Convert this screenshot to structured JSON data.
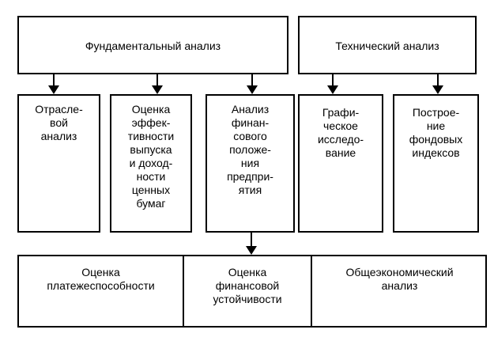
{
  "top": {
    "fundamental": "Фундаментальный анализ",
    "technical": "Технический анализ"
  },
  "middle": {
    "sector": "Отрасле-\nвой\nанализ",
    "efficiency": "Оценка\nэффек-\nтивности\nвыпуска\nи доход-\nности\nценных\nбумаг",
    "financial": "Анализ\nфинан-\nсового\nположе-\nния\nпредпри-\nятия",
    "graphic": "Графи-\nческое\nисследо-\nвание",
    "indices": "Построе-\nние\nфондовых\nиндексов"
  },
  "bottom": {
    "solvency": "Оценка\nплатежеспособности",
    "stability": "Оценка\nфинансовой\nустойчивости",
    "economic": "Общеэкономический\nанализ"
  }
}
